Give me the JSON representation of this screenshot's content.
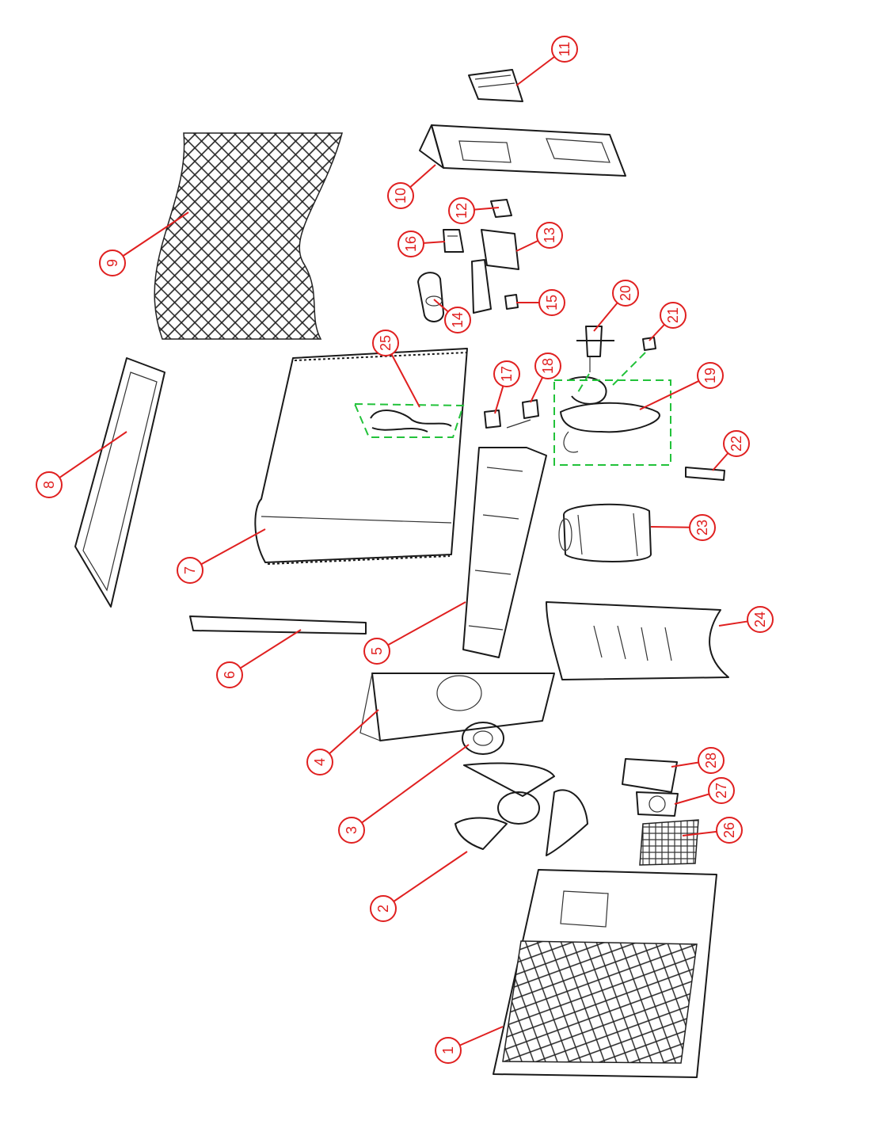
{
  "callouts": [
    {
      "id": "1",
      "label": "1"
    },
    {
      "id": "2",
      "label": "2"
    },
    {
      "id": "3",
      "label": "3"
    },
    {
      "id": "4",
      "label": "4"
    },
    {
      "id": "5",
      "label": "5"
    },
    {
      "id": "6",
      "label": "6"
    },
    {
      "id": "7",
      "label": "7"
    },
    {
      "id": "8",
      "label": "8"
    },
    {
      "id": "9",
      "label": "9"
    },
    {
      "id": "10",
      "label": "10"
    },
    {
      "id": "11",
      "label": "11"
    },
    {
      "id": "12",
      "label": "12"
    },
    {
      "id": "13",
      "label": "13"
    },
    {
      "id": "14",
      "label": "14"
    },
    {
      "id": "15",
      "label": "15"
    },
    {
      "id": "16",
      "label": "16"
    },
    {
      "id": "17",
      "label": "17"
    },
    {
      "id": "18",
      "label": "18"
    },
    {
      "id": "19",
      "label": "19"
    },
    {
      "id": "20",
      "label": "20"
    },
    {
      "id": "21",
      "label": "21"
    },
    {
      "id": "22",
      "label": "22"
    },
    {
      "id": "23",
      "label": "23"
    },
    {
      "id": "24",
      "label": "24"
    },
    {
      "id": "25",
      "label": "25"
    },
    {
      "id": "26",
      "label": "26"
    },
    {
      "id": "27",
      "label": "27"
    },
    {
      "id": "28",
      "label": "28"
    }
  ],
  "colors": {
    "callout": "#e02020",
    "group_box": "#22c23a",
    "line_art": "#1a1a1a"
  }
}
